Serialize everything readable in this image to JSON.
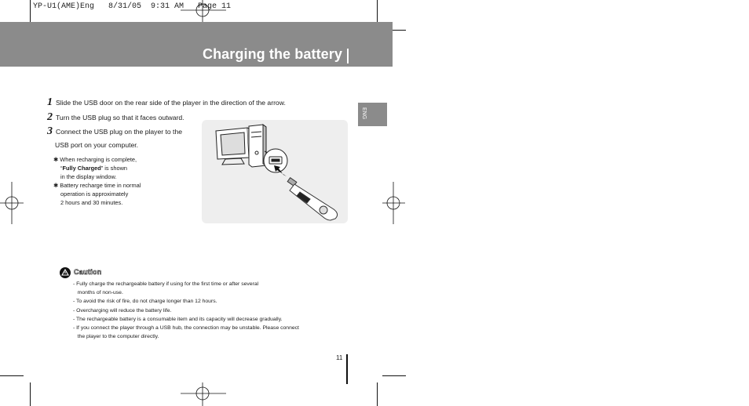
{
  "slug": "YP-U1(AME)Eng   8/31/05  9:31 AM   Page 11",
  "title": "Charging the battery",
  "lang_tab": "ENG",
  "steps": [
    {
      "num": "1",
      "text": "Slide the USB door on the rear side of the player in the direction of the arrow."
    },
    {
      "num": "2",
      "text": "Turn the USB plug so that it faces outward."
    },
    {
      "num": "3",
      "text": "Connect the USB plug on the player to the",
      "cont": "USB port on your computer."
    }
  ],
  "notes": {
    "bullet": "✱",
    "n1_line1": "When recharging is complete,",
    "n1_q_open": "“",
    "n1_bold": "Fully Charged",
    "n1_q_close": "” is shown",
    "n1_line3": "in the display window.",
    "n2_line1": "Battery recharge time in normal",
    "n2_line2": "operation is approximately",
    "n2_line3": "2 hours and 30 minutes."
  },
  "caution": {
    "title": "Caution",
    "items": [
      "- Fully charge the rechargeable battery if using for the first time or after several",
      "   months of non-use.",
      "- To avoid the risk of fire, do not charge longer than 12 hours.",
      "- Overcharging will reduce the battery life.",
      "- The rechargeable battery is a consumable item and its capacity will decrease gradually.",
      "- If you connect the player through a USB hub, the connection may be unstable. Please connect",
      "   the player to the computer directly."
    ]
  },
  "page_number": "11"
}
